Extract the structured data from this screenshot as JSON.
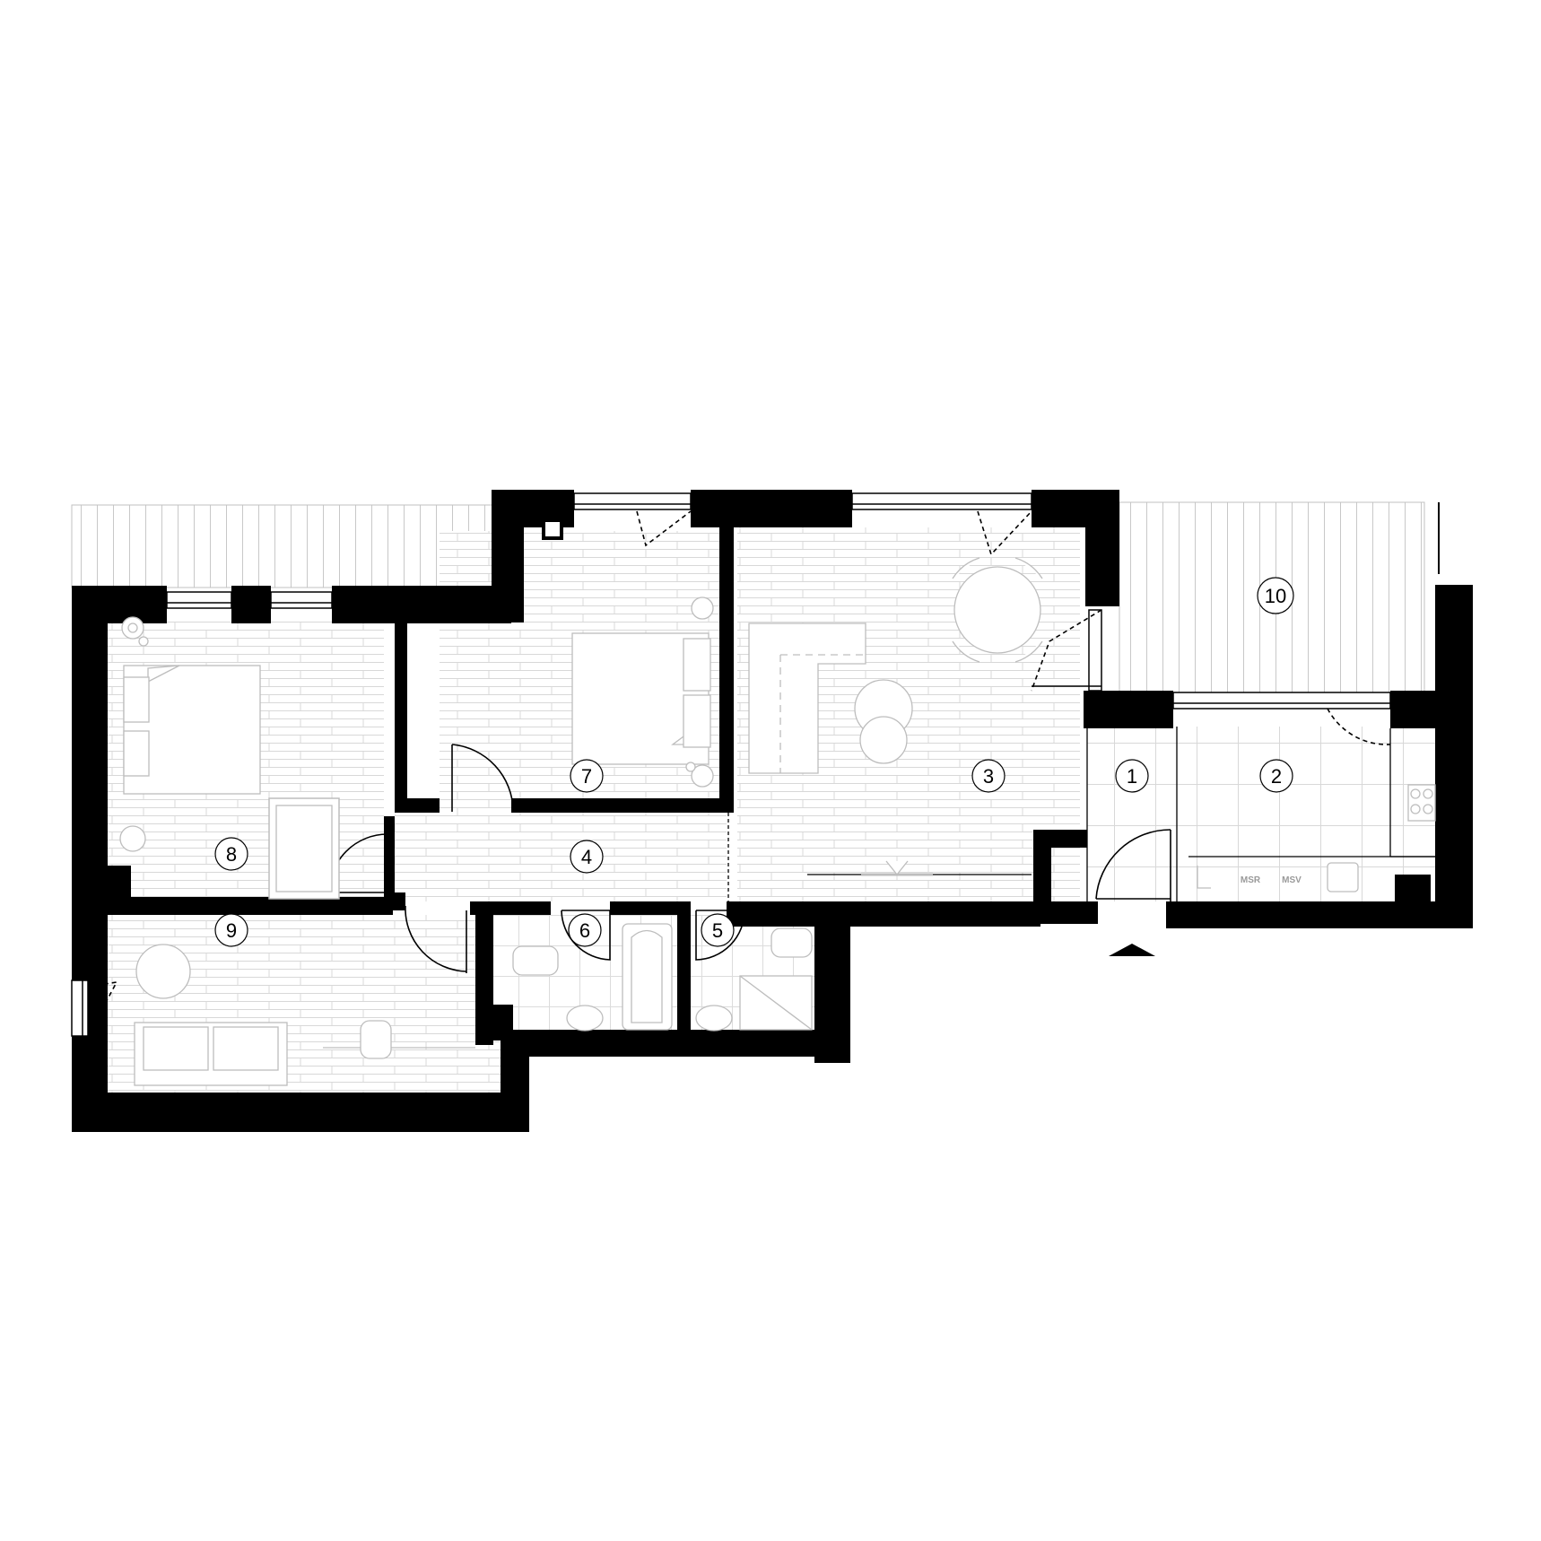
{
  "rooms": [
    {
      "id": "room-1",
      "label": "1"
    },
    {
      "id": "room-2",
      "label": "2"
    },
    {
      "id": "room-3",
      "label": "3"
    },
    {
      "id": "room-4",
      "label": "4"
    },
    {
      "id": "room-5",
      "label": "5"
    },
    {
      "id": "room-6",
      "label": "6"
    },
    {
      "id": "room-7",
      "label": "7"
    },
    {
      "id": "room-8",
      "label": "8"
    },
    {
      "id": "room-9",
      "label": "9"
    },
    {
      "id": "room-10",
      "label": "10"
    }
  ],
  "appliances": {
    "dishwasher": "MSR",
    "washer": "MSV"
  },
  "colors": {
    "wall": "#000000",
    "floor_line": "#d4d4d4",
    "furniture": "#bdbdbd",
    "background": "#ffffff"
  }
}
